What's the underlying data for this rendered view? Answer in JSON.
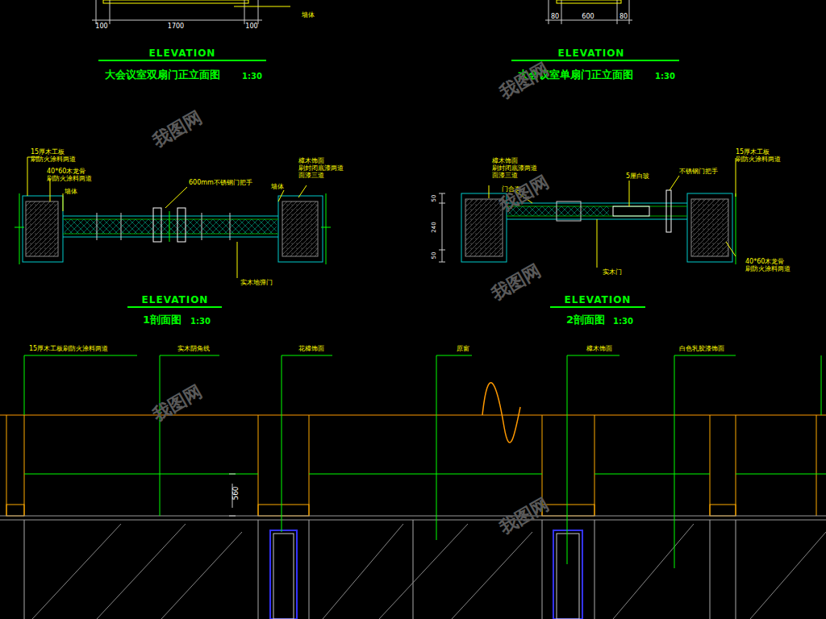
{
  "diagram": {
    "labels": [
      "100",
      "1700",
      "100",
      "墙体",
      "80",
      "600",
      "80",
      "ELEVATION",
      "大会议室双扇门正立面图",
      "1:30",
      "ELEVATION",
      "大会议室单扇门正立面图",
      "1:30",
      "15厚木工板 刷防火涂料两道",
      "40*60木龙骨 刷防火涂料两道",
      "墙体",
      "600mm不锈钢门把手",
      "墙体",
      "樟木饰面 刷封闭底漆两道 面漆三道",
      "实木地弹门",
      "ELEVATION",
      "1剖面图",
      "1:30",
      "樟木饰面 刷封闭底漆两道 面漆三道",
      "门合页",
      "5厘白玻",
      "不锈钢门把手",
      "15厚木工板 刷防火涂料两道",
      "50",
      "240",
      "50",
      "实木门",
      "40*60木龙骨 刷防火涂料两道",
      "ELEVATION",
      "2剖面图",
      "1:30",
      "15厚木工板刷防火涂料两道",
      "实木阴角线",
      "花樟饰面",
      "原窗",
      "樟木饰面",
      "白色乳胶漆饰面",
      "560",
      "我图网",
      "我图网",
      "我图网",
      "我图网",
      "我图网",
      "我图网"
    ]
  }
}
